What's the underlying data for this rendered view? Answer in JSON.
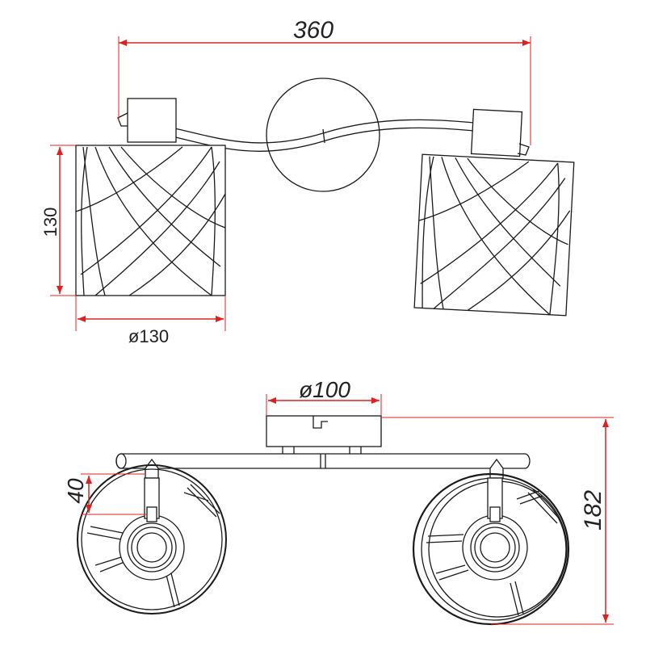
{
  "dimensions": {
    "top_width": "360",
    "shade_height": "130",
    "shade_diameter": "ø130",
    "base_diameter": "ø100",
    "arm_offset": "40",
    "total_depth": "182"
  },
  "colors": {
    "dimension_line": "#e02020",
    "outline": "#1a1a1a",
    "text": "#222222",
    "background": "#ffffff"
  }
}
